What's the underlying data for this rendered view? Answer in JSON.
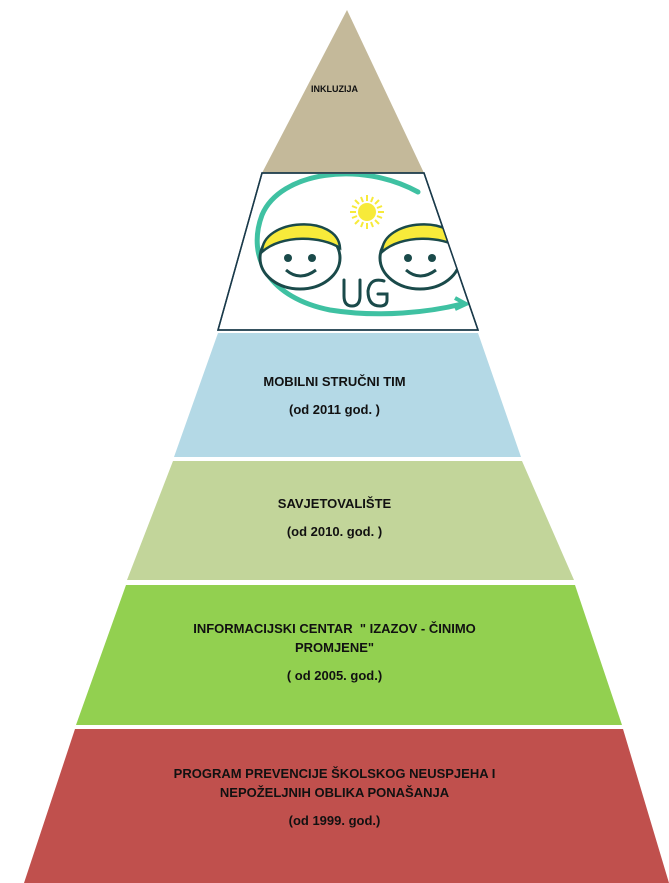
{
  "pyramid": {
    "tiers": [
      {
        "lines": [
          "INKLUZIJA"
        ],
        "subtitle": "",
        "color": "#c4b99a"
      },
      {
        "lines": [],
        "subtitle": "",
        "color": "#ffffff",
        "logo": {
          "lettering": "UG",
          "sun_color": "#f7ea3a",
          "ring_color": "#3fc1a2",
          "hair_color": "#f7ea3a",
          "face_outline": "#1a4a4a"
        }
      },
      {
        "lines": [
          "MOBILNI STRUČNI TIM"
        ],
        "subtitle": "(od 2011 god. )",
        "color": "#b4d9e6"
      },
      {
        "lines": [
          "SAVJETOVALIŠTE"
        ],
        "subtitle": "(od 2010. god. )",
        "color": "#c2d59a"
      },
      {
        "lines": [
          "INFORMACIJSKI CENTAR  \" IZAZOV - ČINIMO",
          "PROMJENE\""
        ],
        "subtitle": "( od 2005. god.)",
        "color": "#92d050"
      },
      {
        "lines": [
          "PROGRAM PREVENCIJE ŠKOLSKOG NEUSPJEHA I",
          "NEPOŽELJNIH OBLIKA PONAŠANJA"
        ],
        "subtitle": "(od 1999. god.)",
        "color": "#c0504d"
      }
    ]
  }
}
